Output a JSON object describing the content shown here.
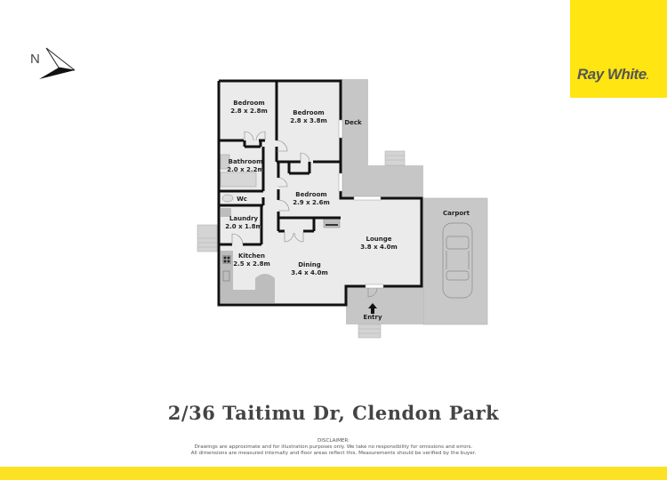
{
  "brand": {
    "name": "Ray White",
    "dot": ".",
    "color": "#ffe512",
    "text_color": "#555555"
  },
  "compass": {
    "label": "N"
  },
  "floorplan": {
    "rooms": [
      {
        "id": "bedroom-1",
        "name": "Bedroom",
        "dims": "2.8 x 2.8m"
      },
      {
        "id": "bedroom-2",
        "name": "Bedroom",
        "dims": "2.8 x 3.8m"
      },
      {
        "id": "bathroom",
        "name": "Bathroom",
        "dims": "2.0 x 2.2m"
      },
      {
        "id": "wc",
        "name": "Wc",
        "dims": ""
      },
      {
        "id": "bedroom-3",
        "name": "Bedroom",
        "dims": "2.9 x 2.6m"
      },
      {
        "id": "laundry",
        "name": "Laundry",
        "dims": "2.0 x 1.8m"
      },
      {
        "id": "kitchen",
        "name": "Kitchen",
        "dims": "2.5 x 2.8m"
      },
      {
        "id": "dining",
        "name": "Dining",
        "dims": "3.4 x 4.0m"
      },
      {
        "id": "lounge",
        "name": "Lounge",
        "dims": "3.8 x 4.0m"
      },
      {
        "id": "deck",
        "name": "Deck",
        "dims": ""
      },
      {
        "id": "carport",
        "name": "Carport",
        "dims": ""
      },
      {
        "id": "entry",
        "name": "Entry",
        "dims": ""
      }
    ],
    "colors": {
      "wall": "#111111",
      "floor": "#ebebeb",
      "outdoor": "#c4c4c4",
      "fixture": "#bdbdbd"
    }
  },
  "title": "2/36 Taitimu Dr, Clendon Park",
  "disclaimer": {
    "heading": "DISCLAIMER:",
    "line1": "Drawings are approximate and for illustration purposes only. We take no responsibility for omissions and errors.",
    "line2": "All dimensions are measured internally and floor areas reflect this. Measurements should be verified by the buyer."
  },
  "footer": {
    "color": "#fde223"
  }
}
